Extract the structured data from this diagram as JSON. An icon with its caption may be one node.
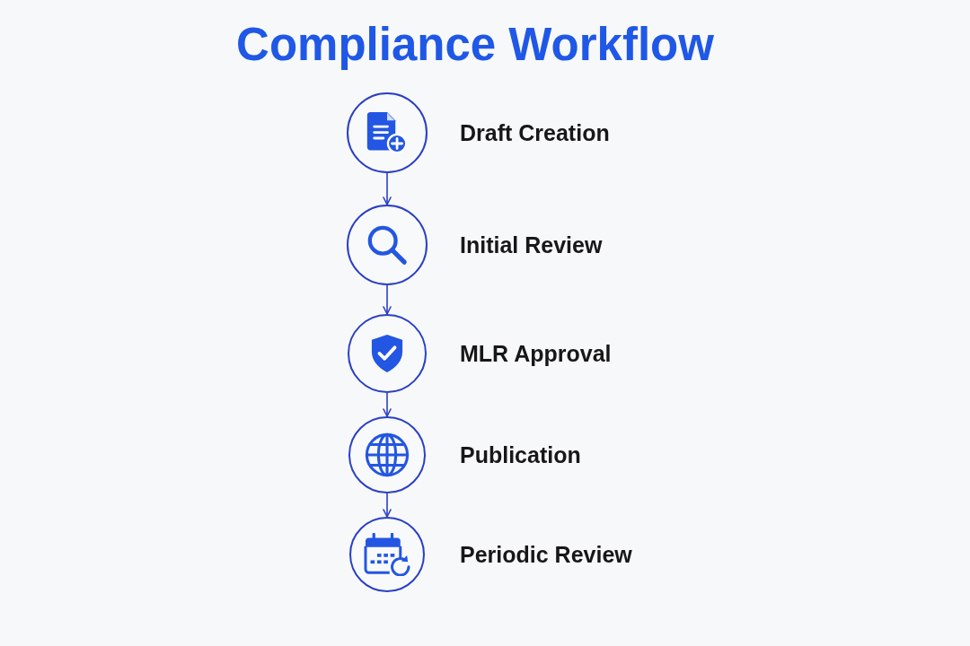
{
  "diagram": {
    "title": "Compliance Workflow",
    "nodes": [
      {
        "text": [
          "Draft Creation"
        ]
      },
      {
        "text": [
          "Initial Review"
        ]
      },
      {
        "text": [
          "MLR Approval"
        ]
      },
      {
        "text": [
          "Publication"
        ]
      },
      {
        "text": [
          "Periodic Review"
        ]
      }
    ],
    "edges": [
      {
        "from": 0,
        "to": 1,
        "arrow": "to"
      },
      {
        "from": 1,
        "to": 2,
        "arrow": "to"
      },
      {
        "from": 2,
        "to": 3,
        "arrow": "to"
      },
      {
        "from": 3,
        "to": 4,
        "arrow": "to"
      }
    ]
  }
}
